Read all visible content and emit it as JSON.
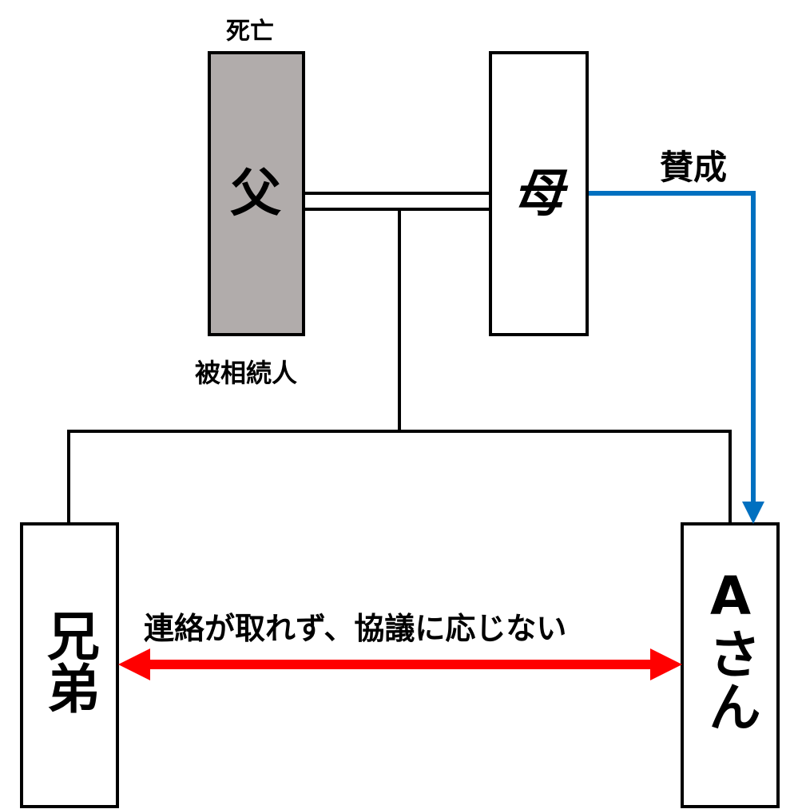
{
  "father": {
    "label": "父",
    "status": "死亡",
    "role": "被相続人",
    "fill": "#b1acab"
  },
  "mother": {
    "label": "母"
  },
  "sibling": {
    "label": "兄弟"
  },
  "a_san": {
    "label": "Aさん"
  },
  "agreement": {
    "label": "賛成",
    "color": "#0070c0"
  },
  "conflict": {
    "label": "連絡が取れず、協議に応じない",
    "color": "#ff0000"
  }
}
